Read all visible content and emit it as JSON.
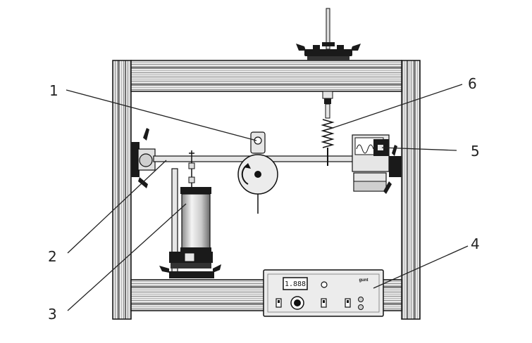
{
  "callouts": [
    {
      "id": "1",
      "label": "1"
    },
    {
      "id": "2",
      "label": "2"
    },
    {
      "id": "3",
      "label": "3"
    },
    {
      "id": "4",
      "label": "4"
    },
    {
      "id": "5",
      "label": "5"
    },
    {
      "id": "6",
      "label": "6"
    }
  ],
  "control_unit": {
    "display_value": "1.888",
    "brand_text": "gunt"
  },
  "colors": {
    "frame_outline": "#111111",
    "frame_fill": "#e6e6e6",
    "frame_stripe": "#9a9a9a",
    "dark_part": "#1a1a1a",
    "cylinder_light": "#f2f2f2",
    "cylinder_dark": "#7a7a7a"
  }
}
